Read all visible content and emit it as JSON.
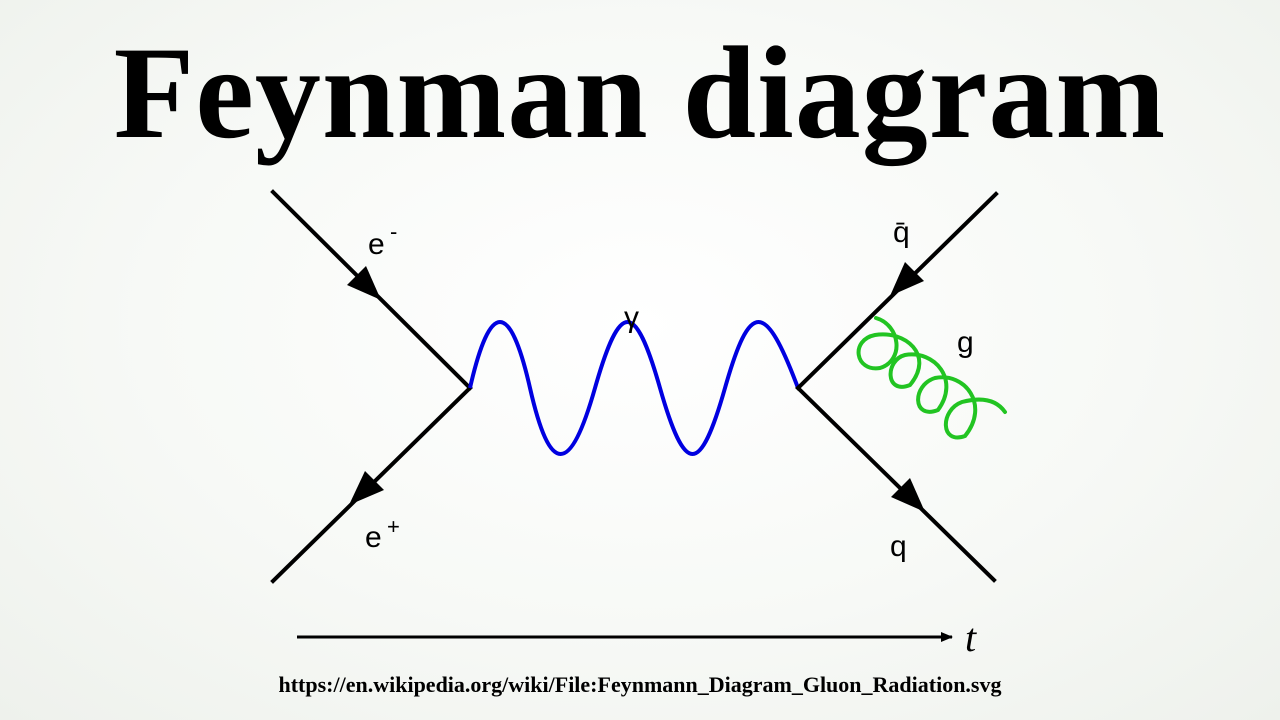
{
  "title": "Feynman diagram",
  "labels": {
    "electron": "e",
    "electron_charge": "-",
    "positron": "e",
    "positron_charge": "+",
    "photon": "γ",
    "antiquark": "q̄",
    "gluon": "g",
    "quark": "q",
    "time_axis": "t"
  },
  "colors": {
    "fermion_line": "#000000",
    "photon_line": "#0000e0",
    "gluon_line": "#22c422"
  },
  "source_url": "https://en.wikipedia.org/wiki/File:Feynmann_Diagram_Gluon_Radiation.svg"
}
